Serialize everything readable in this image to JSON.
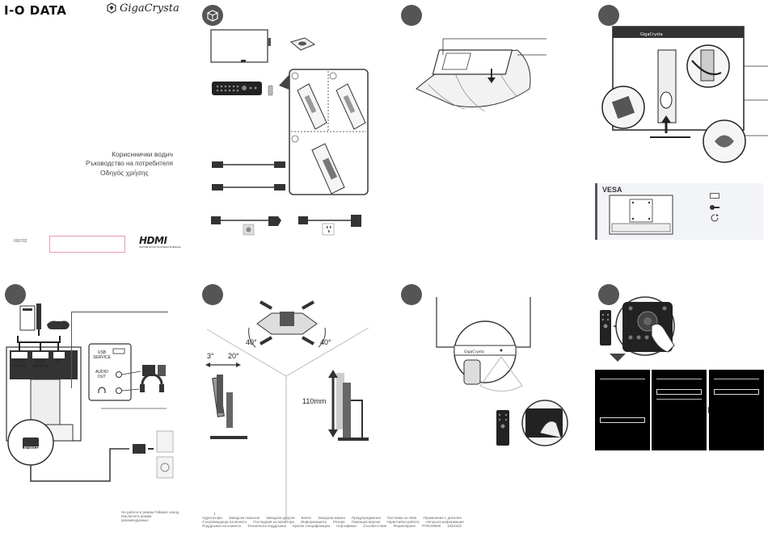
{
  "cover": {
    "brand_logo": "I-O DATA",
    "product_logo": "GigaCrysta",
    "guide_titles": [
      "Корисннички водич",
      "Ръководство на потребителя",
      "Οδηγός χρήσης"
    ],
    "doc_code": "000702",
    "hdmi_logo": "HDMI",
    "hdmi_tagline": "HIGH-DEFINITION MULTIMEDIA INTERFACE"
  },
  "panels": {
    "box_icon": "box-icon",
    "step_badges": [
      "",
      "",
      "",
      "",
      "",
      "",
      ""
    ]
  },
  "vesa": {
    "title": "VESA",
    "legend_icons": [
      "spacer-icon",
      "screw-icon",
      "screwdriver-icon"
    ]
  },
  "connections": {
    "port_labels": [
      "HDMI2\n(HDR2)",
      "HDMI\n(2HD+2)",
      "DP"
    ],
    "usb_label": "USB\nSERVICE",
    "audio_out_label": "AUDIO\nOUT",
    "power_label": "AC POWER IN",
    "footnotes": [
      "Не работи в режим Гейминг изход",
      "Изключете режим",
      "рекомендуемые"
    ]
  },
  "adjust": {
    "tilt_back": "3°",
    "tilt_fwd": "20°",
    "swivel_left": "40°",
    "swivel_right": "40°",
    "height": "110mm"
  },
  "bottom_notes": {
    "marker": "1",
    "row1": [
      "Адресатори",
      "Заводски помосни",
      "Заводски дворчи",
      "Белеє",
      "Заводски мерни",
      "Предупредження",
      "Поставки за лява",
      "Упражнения с дисплея"
    ],
    "row2": [
      "Съпровождащи на монито",
      "Последния на монитора",
      "Информацията",
      "Резерв",
      "Помощна версия",
      "Гарантийна работа",
      "Авторска информация"
    ],
    "row3": [
      "Поддръжка на клиента",
      "Техническа поддръжка",
      "Кратки спецификации",
      "Сертификат",
      "Съответствие",
      "Рециклиране",
      "PYRAMIDE",
      "DIS4202"
    ]
  },
  "monitor_brand": "GigaCrysta"
}
